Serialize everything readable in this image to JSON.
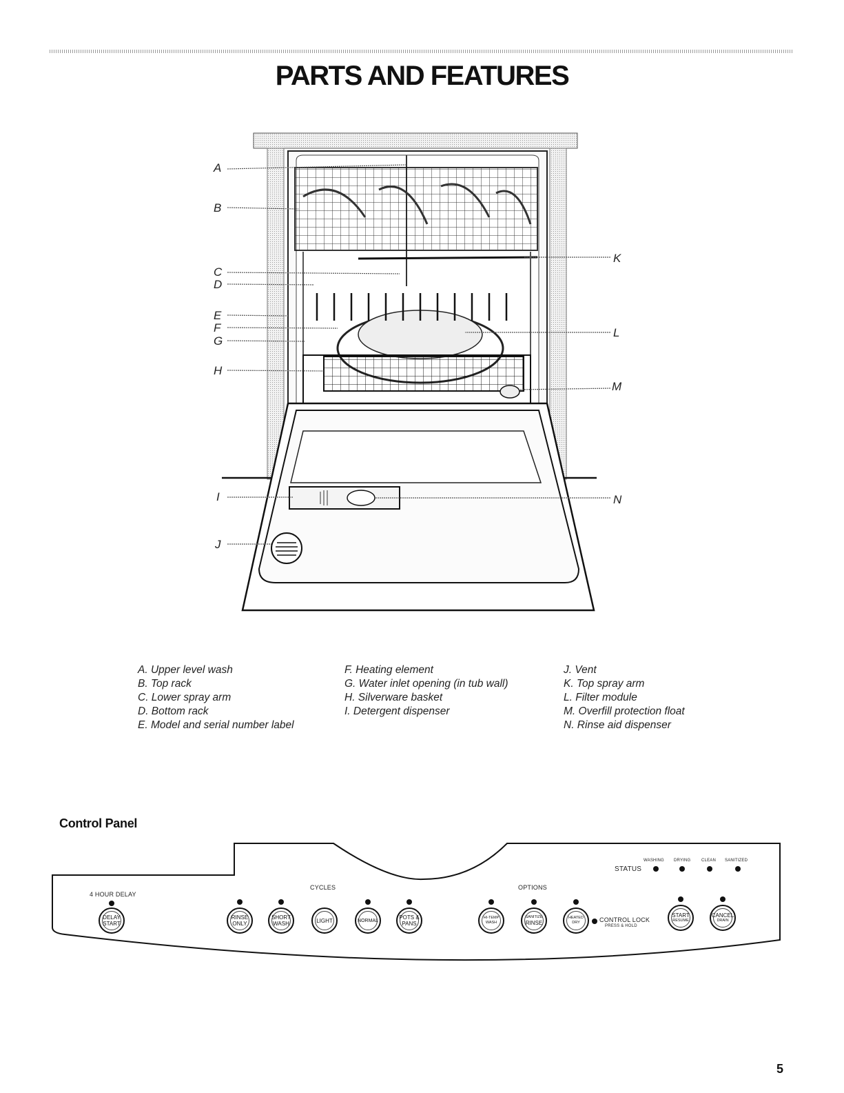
{
  "page_title": "PARTS AND FEATURES",
  "callouts": {
    "A": "A",
    "B": "B",
    "C": "C",
    "D": "D",
    "E": "E",
    "F": "F",
    "G": "G",
    "H": "H",
    "I": "I",
    "J": "J",
    "K": "K",
    "L": "L",
    "M": "M",
    "N": "N"
  },
  "legend": {
    "col1": [
      "A. Upper level wash",
      "B. Top rack",
      "C. Lower spray arm",
      "D. Bottom rack",
      "E. Model and serial number label"
    ],
    "col2": [
      "F. Heating element",
      "G. Water inlet opening (in tub wall)",
      "H. Silverware basket",
      "I. Detergent dispenser"
    ],
    "col3": [
      "J. Vent",
      "K. Top spray arm",
      "L. Filter module",
      "M. Overfill protection float",
      "N. Rinse aid dispenser"
    ]
  },
  "control_panel": {
    "heading": "Control Panel",
    "delay_label": "4 HOUR DELAY",
    "cycles_label": "CYCLES",
    "options_label": "OPTIONS",
    "status_label": "STATUS",
    "status_indicators": [
      "WASHING",
      "DRYING",
      "CLEAN",
      "SANITIZED"
    ],
    "buttons": {
      "delay": [
        "DELAY",
        "START"
      ],
      "rinse_only": [
        "RINSE",
        "ONLY"
      ],
      "short_wash": [
        "SHORT",
        "WASH"
      ],
      "light": [
        "LIGHT"
      ],
      "normal": [
        "NORMAL"
      ],
      "pots_pans": [
        "POTS &",
        "PANS"
      ],
      "hi_temp": [
        "HI-TEMP",
        "WASH"
      ],
      "sanitize": [
        "SANITIZE",
        "RINSE"
      ],
      "heated_dry": [
        "HEATED",
        "DRY"
      ],
      "start": [
        "START",
        "RESUME"
      ],
      "cancel": [
        "CANCEL",
        "DRAIN"
      ]
    },
    "control_lock": "CONTROL LOCK",
    "control_lock_sub": "PRESS & HOLD"
  },
  "page_number": "5"
}
